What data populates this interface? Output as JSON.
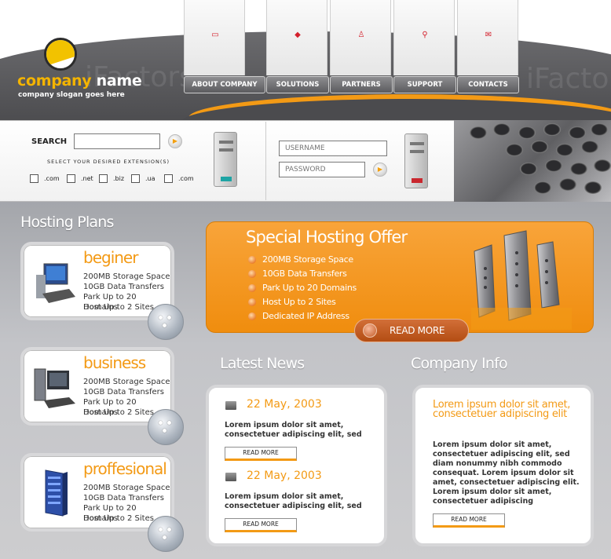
{
  "brand": {
    "name_part1": "company",
    "name_part2": " name",
    "slogan": "company slogan goes here",
    "watermark": "iFactors"
  },
  "nav": {
    "items": [
      {
        "label": "ABOUT COMPANY",
        "icon": "id-card-icon"
      },
      {
        "label": "SOLUTIONS",
        "icon": "diamond-cluster-icon"
      },
      {
        "label": "PARTNERS",
        "icon": "person-icon"
      },
      {
        "label": "SUPPORT",
        "icon": "network-icon"
      },
      {
        "label": "CONTACTS",
        "icon": "envelope-icon"
      }
    ]
  },
  "search": {
    "label": "SEARCH",
    "value": "",
    "extensions_label": "SELECT YOUR DESIRED EXTENSION(S)",
    "extensions": [
      ".com",
      ".net",
      ".biz",
      ".ua",
      ".com"
    ]
  },
  "login": {
    "username_placeholder": "USERNAME",
    "password_placeholder": "PASSWORD"
  },
  "hosting_plans": {
    "title": "Hosting Plans",
    "plans": [
      {
        "name": "beginer",
        "features": [
          "200MB Storage Space",
          "10GB Data Transfers",
          "Park Up to 20 Domains",
          "Host Up to 2 Sites"
        ]
      },
      {
        "name": "business",
        "features": [
          "200MB Storage Space",
          "10GB Data Transfers",
          "Park Up to 20 Domains",
          "Host Up to 2 Sites"
        ]
      },
      {
        "name": "proffesional",
        "features": [
          "200MB Storage Space",
          "10GB Data Transfers",
          "Park Up to 20 Domains",
          "Host Up to 2 Sites"
        ]
      }
    ]
  },
  "offer": {
    "title": "Special Hosting Offer",
    "items": [
      "200MB Storage Space",
      "10GB Data Transfers",
      "Park Up to 20 Domains",
      "Host Up to 2 Sites",
      "Dedicated IP Address"
    ],
    "button": "READ MORE"
  },
  "news": {
    "title": "Latest News",
    "items": [
      {
        "date": "22 May, 2003",
        "text": "Lorem ipsum dolor sit amet, consectetuer adipiscing elit, sed",
        "button": "READ MORE"
      },
      {
        "date": "22 May, 2003",
        "text": "Lorem ipsum dolor sit amet, consectetuer adipiscing elit, sed",
        "button": "READ MORE"
      }
    ]
  },
  "company_info": {
    "title": "Company Info",
    "heading": "Lorem ipsum dolor sit amet, consectetuer adipiscing elit",
    "text": "Lorem ipsum dolor sit amet, consectetuer adipiscing elit, sed diam nonummy nibh commodo consequat. Lorem ipsum dolor sit amet, consectetuer adipiscing elit. Lorem ipsum dolor sit amet, consectetuer adipiscing",
    "button": "READ MORE"
  },
  "colors": {
    "accent": "#f39a15",
    "dark": "#4b4b4e",
    "panel_bg": "#ffffff"
  }
}
